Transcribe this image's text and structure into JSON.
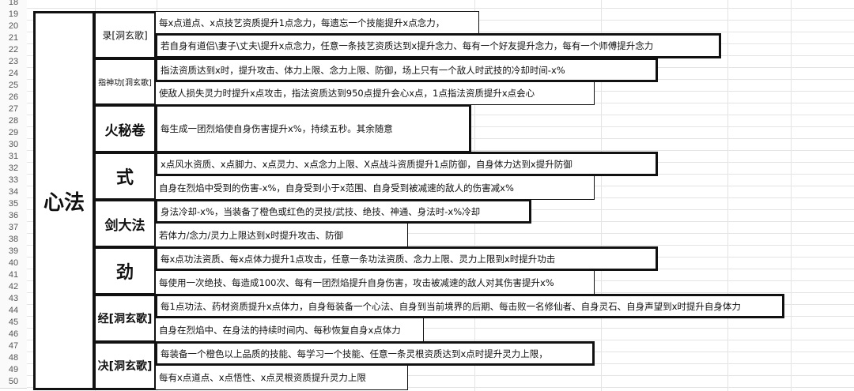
{
  "rows": [
    "18",
    "19",
    "20",
    "21",
    "22",
    "23",
    "24",
    "25",
    "26",
    "27",
    "28",
    "29",
    "30",
    "31",
    "32",
    "33",
    "34",
    "35",
    "36",
    "37",
    "38",
    "39",
    "40",
    "41",
    "42",
    "43",
    "44",
    "45",
    "46",
    "47",
    "48",
    "49",
    "50"
  ],
  "main_label": "心法",
  "groups": [
    {
      "label": "录[洞玄歌]",
      "lines": [
        "每x点道点、x点技艺资质提升1点念力，每遗忘一个技能提升x点念力，",
        "若自身有道侣\\妻子\\丈夫\\提升x点念力，任意一条技艺资质达到x提升念力、每有一个好友提升念力，每有一个师傅提升念力"
      ]
    },
    {
      "label": "指神功[洞玄歌]",
      "lines": [
        "指法资质达到x时，提升攻击、体力上限、念力上限、防御，场上只有一个敌人时武技的冷却时间-x%",
        "使敌人损失灵力时提升x点攻击，指法资质达到950点提升会心x点，1点指法资质提升x点会心"
      ]
    },
    {
      "label": "火秘卷",
      "lines": [
        "每生成一团烈焰使自身伤害提升x%，持续五秒。其余随意"
      ]
    },
    {
      "label": "式",
      "lines": [
        "x点风水资质、x点脚力、x点灵力、x点念力上限、X点战斗资质提升1点防御，自身体力达到x提升防御",
        "自身在烈焰中受到的伤害-x%，自身受到小于x范围、自身受到被减速的敌人的伤害减x%"
      ]
    },
    {
      "label": "剑大法",
      "lines": [
        "身法冷却-x%，当装备了橙色或红色的灵技/武技、绝技、神通、身法时-x%冷却",
        "若体力/念力/灵力上限达到x时提升攻击、防御"
      ]
    },
    {
      "label": "劲",
      "lines": [
        "每x点功法资质、每x点体力提升1点攻击，任意一条功法资质、念力上限、灵力上限到x时提升功击",
        "每使用一次绝技、每造成100次、每有一团烈焰提升自身伤害，攻击被减速的敌人对其伤害提升x%"
      ]
    },
    {
      "label": "经[洞玄歌]",
      "lines": [
        "每1点功法、药材资质提升x点体力，自身每装备一个心法、自身到当前境界的后期、每击败一名修仙者、自身灵石、自身声望到x时提升自身体力",
        "自身在烈焰中、在身法的持续时间内、每秒恢复自身x点体力"
      ]
    },
    {
      "label": "决[洞玄歌]",
      "lines": [
        "每装备一个橙色以上品质的技能、每学习一个技能、任意一条灵根资质达到x点时提升灵力上限，",
        "每有x点道点、x点悟性、x点灵根资质提升灵力上限"
      ]
    }
  ]
}
